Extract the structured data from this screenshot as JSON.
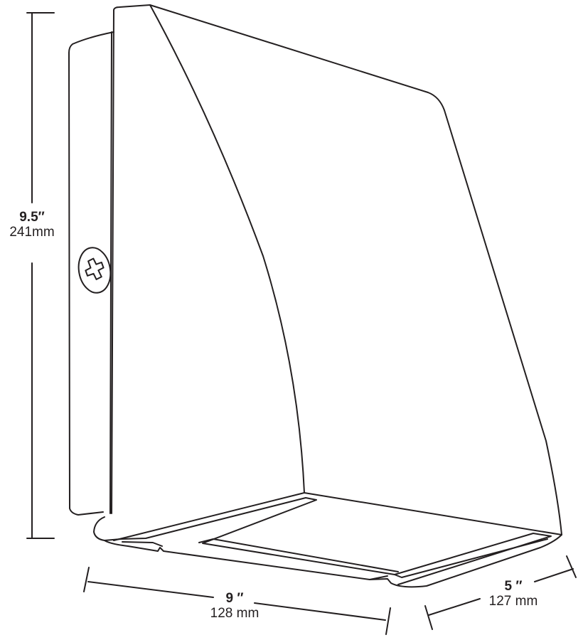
{
  "diagram": {
    "subject": "Wall pack light fixture line drawing",
    "stroke_color": "#231f20",
    "background": "#ffffff"
  },
  "dimensions": {
    "height": {
      "imperial": "9.5″",
      "metric": "241mm"
    },
    "width": {
      "imperial": "9 ″",
      "metric": "128 mm"
    },
    "depth": {
      "imperial": "5 ″",
      "metric": "127 mm"
    }
  },
  "icons": {
    "mounting_screw": "phillips-screw-icon"
  }
}
